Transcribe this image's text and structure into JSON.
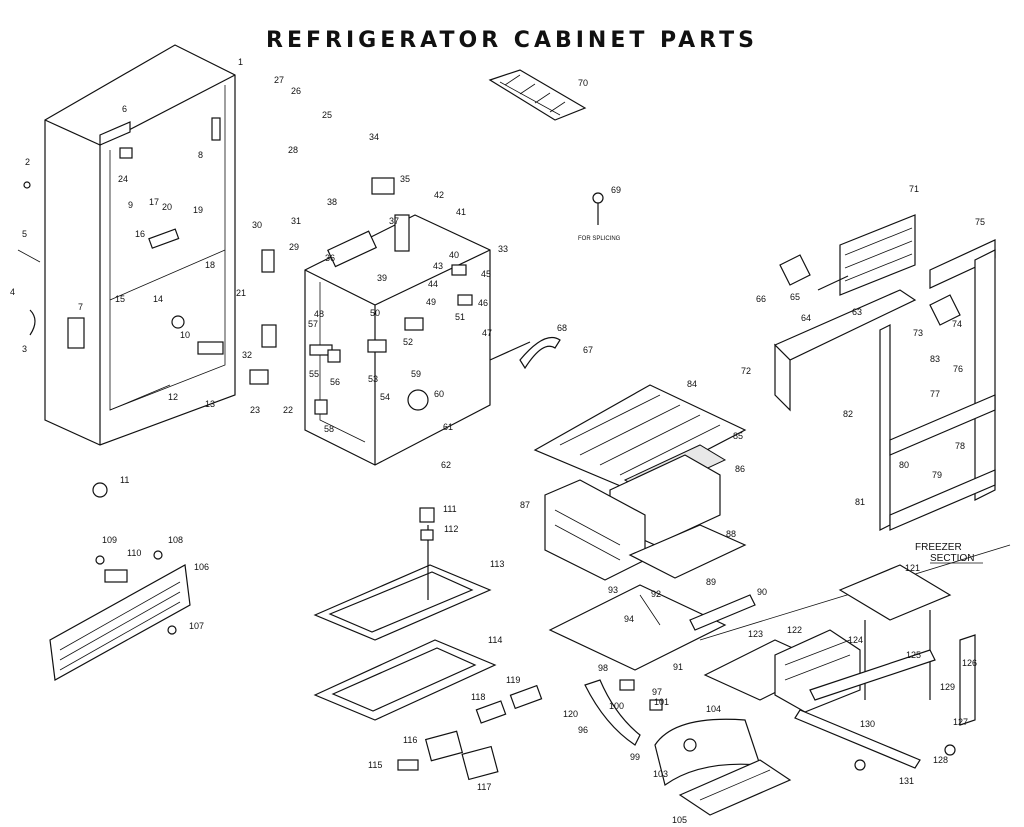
{
  "title": "REFRIGERATOR CABINET PARTS",
  "section_label": "FREEZER SECTION",
  "note_label": "FOR SPLICING",
  "callouts": [
    "1",
    "2",
    "3",
    "4",
    "5",
    "6",
    "7",
    "8",
    "9",
    "10",
    "11",
    "12",
    "13",
    "14",
    "15",
    "16",
    "17",
    "18",
    "19",
    "20",
    "21",
    "22",
    "23",
    "24",
    "25",
    "26",
    "27",
    "28",
    "29",
    "30",
    "31",
    "32",
    "33",
    "34",
    "35",
    "36",
    "37",
    "38",
    "39",
    "40",
    "41",
    "42",
    "43",
    "44",
    "45",
    "46",
    "47",
    "48",
    "49",
    "50",
    "51",
    "52",
    "53",
    "54",
    "55",
    "56",
    "57",
    "58",
    "59",
    "60",
    "61",
    "62",
    "63",
    "64",
    "65",
    "66",
    "67",
    "68",
    "69",
    "70",
    "71",
    "72",
    "73",
    "74",
    "75",
    "76",
    "77",
    "78",
    "79",
    "80",
    "81",
    "82",
    "83",
    "84",
    "85",
    "86",
    "87",
    "88",
    "89",
    "90",
    "91",
    "92",
    "93",
    "94",
    "96",
    "97",
    "98",
    "99",
    "100",
    "101",
    "103",
    "104",
    "105",
    "106",
    "107",
    "108",
    "109",
    "110",
    "111",
    "112",
    "113",
    "114",
    "115",
    "116",
    "117",
    "118",
    "119",
    "120",
    "121",
    "122",
    "123",
    "124",
    "125",
    "126",
    "127",
    "128",
    "129",
    "130",
    "131"
  ]
}
